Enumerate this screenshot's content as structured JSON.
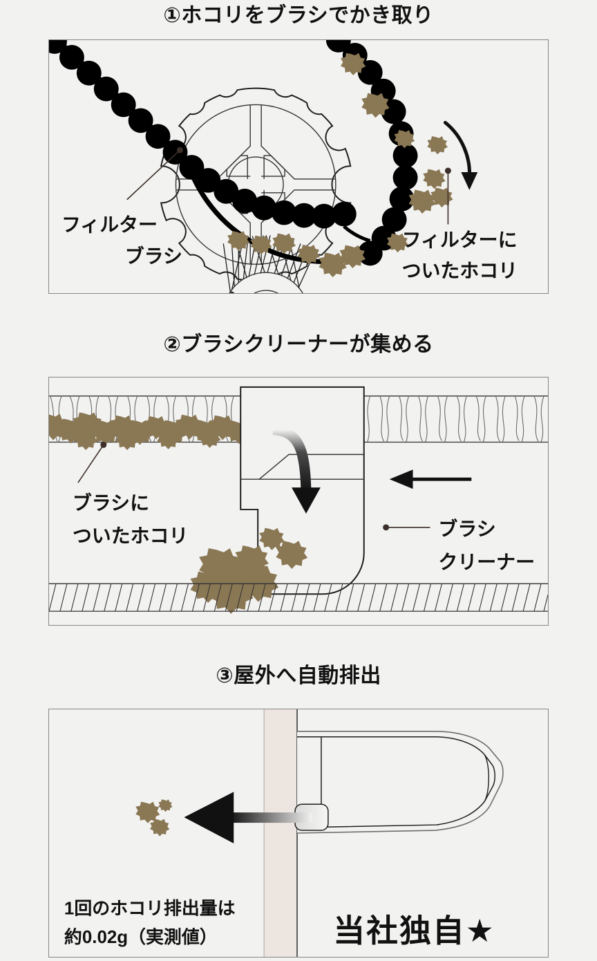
{
  "colors": {
    "background": "#f2f2f1",
    "panel_border": "#868686",
    "dust": "#8a7754",
    "ink": "#111111",
    "wall": "#ece5e0",
    "leader": "#3c2f2a"
  },
  "steps": [
    {
      "heading": "①ホコリをブラシでかき取り",
      "labels": [
        {
          "name": "filter",
          "text": "フィルター"
        },
        {
          "name": "brush",
          "text": "ブラシ"
        },
        {
          "name": "dust-on-filter-line1",
          "text": "フィルターに"
        },
        {
          "name": "dust-on-filter-line2",
          "text": "ついたホコリ"
        }
      ]
    },
    {
      "heading": "②ブラシクリーナーが集める",
      "labels": [
        {
          "name": "dust-on-brush-line1",
          "text": "ブラシに"
        },
        {
          "name": "dust-on-brush-line2",
          "text": "ついたホコリ"
        },
        {
          "name": "brush-cleaner-line1",
          "text": "ブラシ"
        },
        {
          "name": "brush-cleaner-line2",
          "text": "クリーナー"
        }
      ]
    },
    {
      "heading": "③屋外へ自動排出",
      "labels": [
        {
          "name": "discharge-amount-line1",
          "text": "1回のホコリ排出量は"
        },
        {
          "name": "discharge-amount-line2",
          "text": "約0.02g（実測値）"
        },
        {
          "name": "original-badge",
          "text": "当社独自★"
        }
      ]
    }
  ]
}
